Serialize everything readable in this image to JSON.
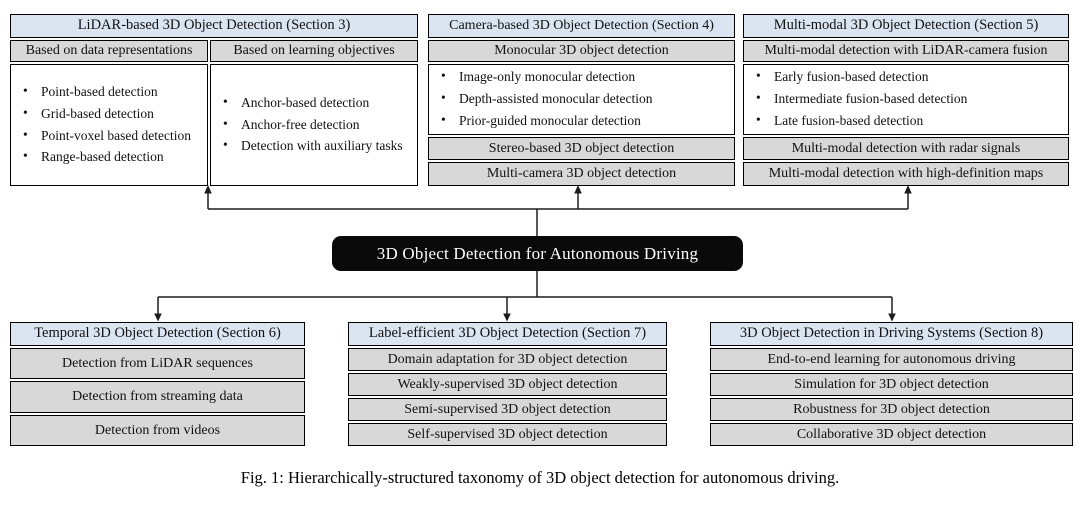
{
  "colors": {
    "header_bg": "#dbe5f1",
    "row_bg": "#d8d8d8",
    "root_bg": "#0a0a0a",
    "root_text": "#ffffff",
    "border": "#000000"
  },
  "root_label": "3D Object Detection for Autonomous Driving",
  "caption": "Fig. 1: Hierarchically-structured taxonomy of 3D object detection for autonomous driving.",
  "lidar": {
    "title": "LiDAR-based 3D Object Detection (Section 3)",
    "col1": {
      "header": "Based on data representations",
      "items": [
        "Point-based detection",
        "Grid-based detection",
        "Point-voxel based detection",
        "Range-based detection"
      ]
    },
    "col2": {
      "header": "Based on learning objectives",
      "items": [
        "Anchor-based detection",
        "Anchor-free detection",
        "Detection with auxiliary tasks"
      ]
    }
  },
  "camera": {
    "title": "Camera-based 3D Object Detection (Section 4)",
    "row1": "Monocular 3D object detection",
    "items": [
      "Image-only monocular detection",
      "Depth-assisted monocular detection",
      "Prior-guided monocular detection"
    ],
    "row2": "Stereo-based 3D object detection",
    "row3": "Multi-camera 3D object detection"
  },
  "multimodal": {
    "title": "Multi-modal 3D Object Detection (Section 5)",
    "row1": "Multi-modal detection with LiDAR-camera fusion",
    "items": [
      "Early fusion-based detection",
      "Intermediate fusion-based detection",
      "Late fusion-based detection"
    ],
    "row2": "Multi-modal detection with radar signals",
    "row3": "Multi-modal detection with high-definition maps"
  },
  "temporal": {
    "title": "Temporal 3D Object Detection (Section 6)",
    "rows": [
      "Detection from LiDAR sequences",
      "Detection from streaming data",
      "Detection from videos"
    ]
  },
  "label_efficient": {
    "title": "Label-efficient 3D Object Detection (Section 7)",
    "rows": [
      "Domain adaptation for 3D object detection",
      "Weakly-supervised 3D object detection",
      "Semi-supervised 3D object detection",
      "Self-supervised 3D object detection"
    ]
  },
  "driving_systems": {
    "title": "3D Object Detection in Driving Systems (Section 8)",
    "rows": [
      "End-to-end learning for autonomous driving",
      "Simulation for 3D object detection",
      "Robustness for 3D object detection",
      "Collaborative 3D object detection"
    ]
  }
}
